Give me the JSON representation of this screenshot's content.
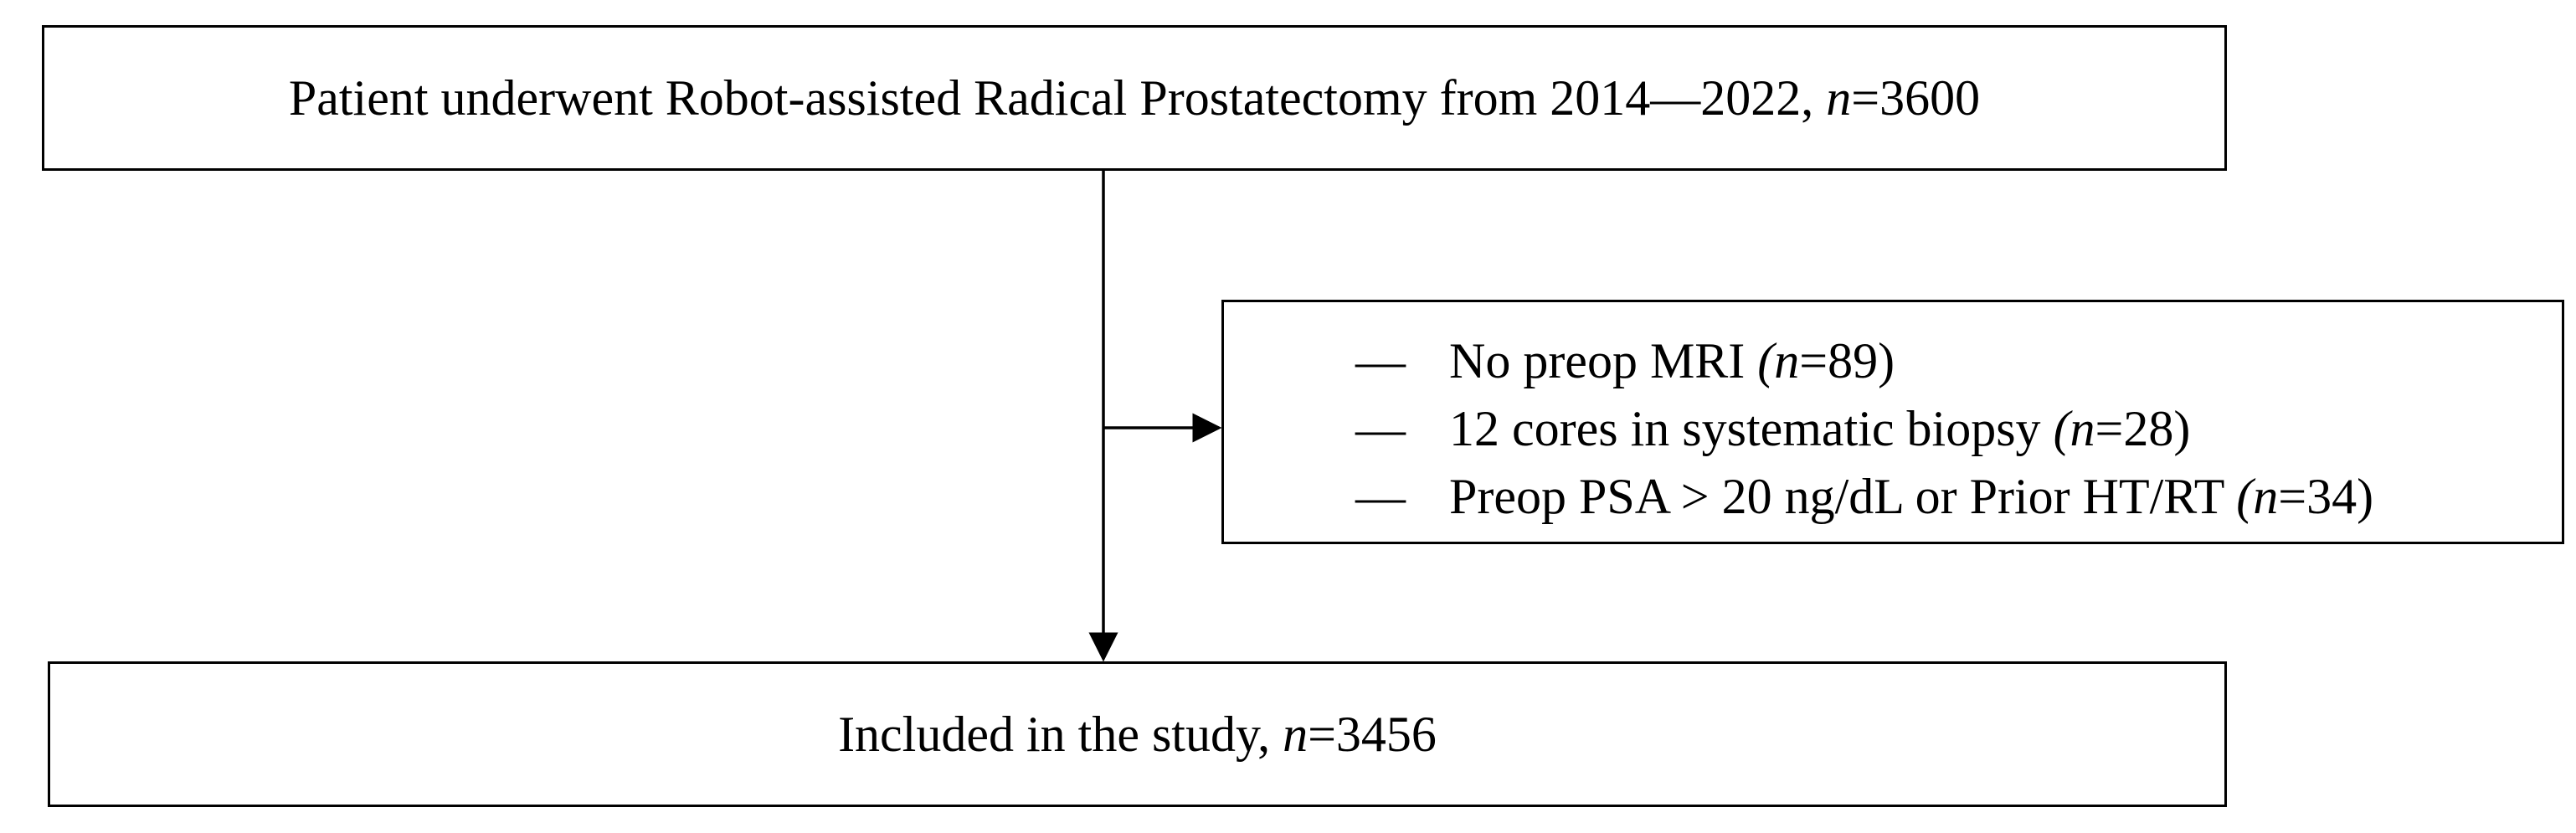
{
  "diagram": {
    "top_box": {
      "text": "Patient underwent Robot-assisted Radical Prostatectomy from 2014—2022, ",
      "n_label": "n",
      "n_value": "=3600"
    },
    "exclusion_box": {
      "items": [
        {
          "bullet": "—",
          "text": "No preop MRI ",
          "open": "(",
          "n_label": "n",
          "n_value": "=89)"
        },
        {
          "bullet": "—",
          "text": "12 cores in systematic biopsy ",
          "open": "(",
          "n_label": "n",
          "n_value": "=28)"
        },
        {
          "bullet": "—",
          "text": "Preop PSA > 20 ng/dL or Prior HT/RT ",
          "open": "(",
          "n_label": "n",
          "n_value": "=34)"
        }
      ]
    },
    "bottom_box": {
      "text": "Included in the study, ",
      "n_label": "n",
      "n_value": "=3456"
    }
  }
}
